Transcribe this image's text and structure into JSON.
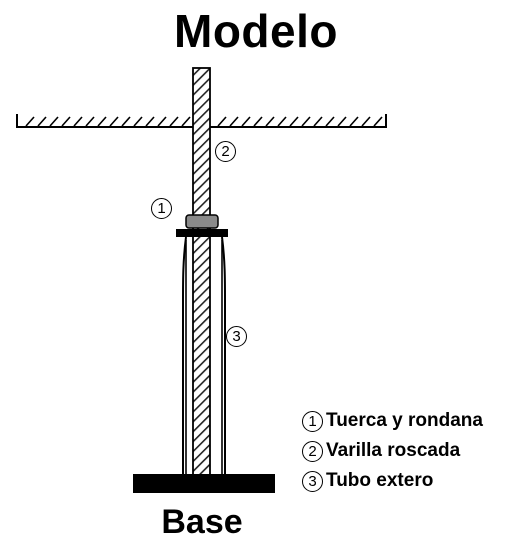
{
  "title": "Modelo",
  "base_label": "Base",
  "callouts": [
    {
      "number": "1"
    },
    {
      "number": "2"
    },
    {
      "number": "3"
    }
  ],
  "legend": [
    {
      "number": "1",
      "text": "Tuerca y rondana"
    },
    {
      "number": "2",
      "text": "Varilla roscada"
    },
    {
      "number": "3",
      "text": "Tubo extero"
    }
  ]
}
